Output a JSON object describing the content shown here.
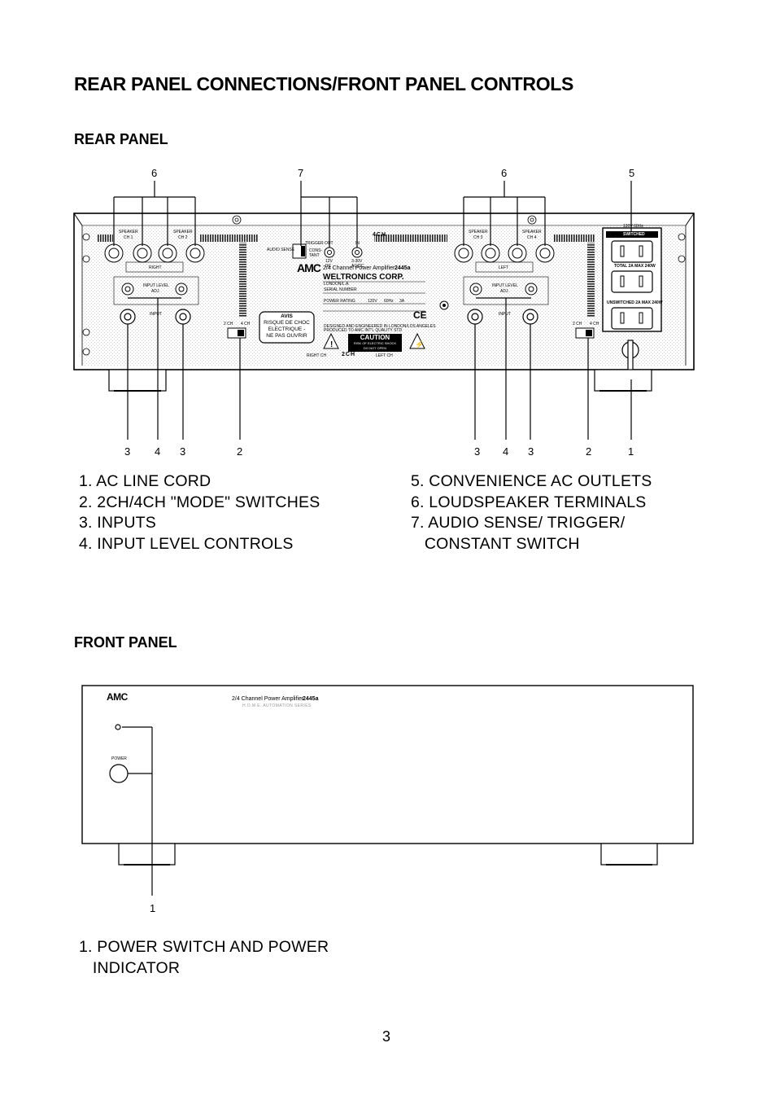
{
  "title": "REAR PANEL CONNECTIONS/FRONT PANEL CONTROLS",
  "rear": {
    "heading": "REAR PANEL",
    "top_callouts": [
      "6",
      "7",
      "6",
      "5"
    ],
    "bottom_callouts": [
      "3",
      "4",
      "3",
      "2",
      "3",
      "4",
      "3",
      "2",
      "1"
    ],
    "legend_left": [
      "1. AC LINE CORD",
      "2. 2CH/4CH \"MODE\" SWITCHES",
      "3. INPUTS",
      "4. INPUT LEVEL CONTROLS"
    ],
    "legend_right": [
      "5. CONVENIENCE AC OUTLETS",
      "6. LOUDSPEAKER TERMINALS",
      "7. AUDIO SENSE/ TRIGGER/",
      "   CONSTANT SWITCH"
    ],
    "panel": {
      "speaker": "SPEAKER",
      "ch1": "CH 1",
      "ch2": "CH 2",
      "ch3": "CH 3",
      "ch4": "CH 4",
      "right": "RIGHT",
      "left": "LEFT",
      "input_level": "INPUT LEVEL",
      "adj": "ADJ.",
      "input": "INPUT",
      "two_ch": "2 CH",
      "four_ch": "4 CH",
      "mode_4ch": "4CH",
      "mode_2ch": "2CH",
      "audio_sense": "AUDIO SENSE",
      "trigger": "TRIGGER",
      "constant": "CONS-TANT",
      "out": "OUT",
      "in": "IN",
      "v12": "12V DC",
      "v3_30": "3-30V AC/DC",
      "brand": "AMC",
      "model_prefix": "2/4 Channel Power Amplifier",
      "model": "2445a",
      "company": "WELTRONICS CORP.",
      "location": "LONDON/L.A.",
      "serial": "SERIAL NUMBER",
      "power_rating": "POWER RATING",
      "volts": "120V",
      "hz": "60Hz",
      "amps": "3A",
      "avis": "AVIS",
      "avis_text": [
        "RISQUE DE CHOC",
        "ELECTRIQUE -",
        "NE PAS OUVRIR"
      ],
      "designed": "DESIGNED AND ENGINEERED IN LONDON/LOS ANGELES",
      "produced": "PRODUCED TO AMC INT'L QUALITY STD",
      "caution": "CAUTION",
      "caution_sub": [
        "RISK OF ELECTRIC SHOCK",
        "DO NOT OPEN"
      ],
      "right_ch": "RIGHT CH",
      "left_ch": "LEFT CH",
      "outlet_rating": "120V 60Hz",
      "switched": "SWITCHED",
      "total": "TOTAL 2A MAX 240W",
      "unswitched": "UNSWITCHED 2A MAX 240W",
      "ce": "CE"
    }
  },
  "front": {
    "heading": "FRONT PANEL",
    "brand": "AMC",
    "model_prefix": "2/4 Channel Power Amplifier",
    "model": "2445a",
    "series": "H.O.M.E. AUTOMATION SERIES",
    "power_label": "POWER",
    "callout": "1",
    "legend": [
      "1. POWER SWITCH AND POWER",
      "   INDICATOR"
    ]
  },
  "page_number": "3"
}
